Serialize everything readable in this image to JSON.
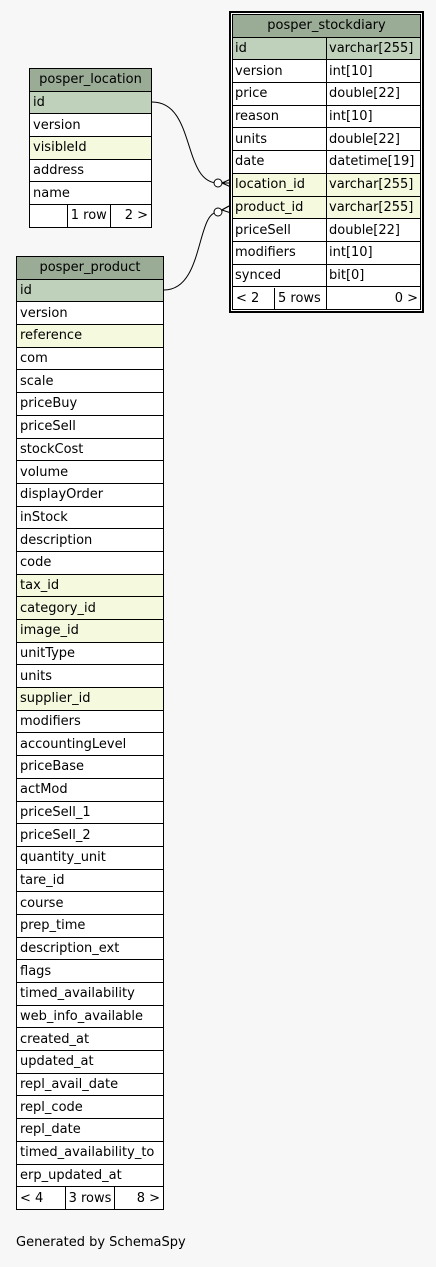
{
  "footer": "Generated by SchemaSpy",
  "location": {
    "name": "posper_location",
    "columns": [
      {
        "name": "id",
        "kind": "pk"
      },
      {
        "name": "version",
        "kind": ""
      },
      {
        "name": "visibleId",
        "kind": "fk"
      },
      {
        "name": "address",
        "kind": ""
      },
      {
        "name": "name",
        "kind": ""
      }
    ],
    "footer": {
      "left": "",
      "mid": "1 row",
      "right": "2 >"
    }
  },
  "product": {
    "name": "posper_product",
    "columns": [
      {
        "name": "id",
        "kind": "pk"
      },
      {
        "name": "version",
        "kind": ""
      },
      {
        "name": "reference",
        "kind": "fk"
      },
      {
        "name": "com",
        "kind": ""
      },
      {
        "name": "scale",
        "kind": ""
      },
      {
        "name": "priceBuy",
        "kind": ""
      },
      {
        "name": "priceSell",
        "kind": ""
      },
      {
        "name": "stockCost",
        "kind": ""
      },
      {
        "name": "volume",
        "kind": ""
      },
      {
        "name": "displayOrder",
        "kind": ""
      },
      {
        "name": "inStock",
        "kind": ""
      },
      {
        "name": "description",
        "kind": ""
      },
      {
        "name": "code",
        "kind": ""
      },
      {
        "name": "tax_id",
        "kind": "fk"
      },
      {
        "name": "category_id",
        "kind": "fk"
      },
      {
        "name": "image_id",
        "kind": "fk"
      },
      {
        "name": "unitType",
        "kind": ""
      },
      {
        "name": "units",
        "kind": ""
      },
      {
        "name": "supplier_id",
        "kind": "fk"
      },
      {
        "name": "modifiers",
        "kind": ""
      },
      {
        "name": "accountingLevel",
        "kind": ""
      },
      {
        "name": "priceBase",
        "kind": ""
      },
      {
        "name": "actMod",
        "kind": ""
      },
      {
        "name": "priceSell_1",
        "kind": ""
      },
      {
        "name": "priceSell_2",
        "kind": ""
      },
      {
        "name": "quantity_unit",
        "kind": ""
      },
      {
        "name": "tare_id",
        "kind": ""
      },
      {
        "name": "course",
        "kind": ""
      },
      {
        "name": "prep_time",
        "kind": ""
      },
      {
        "name": "description_ext",
        "kind": ""
      },
      {
        "name": "flags",
        "kind": ""
      },
      {
        "name": "timed_availability",
        "kind": ""
      },
      {
        "name": "web_info_available",
        "kind": ""
      },
      {
        "name": "created_at",
        "kind": ""
      },
      {
        "name": "updated_at",
        "kind": ""
      },
      {
        "name": "repl_avail_date",
        "kind": ""
      },
      {
        "name": "repl_code",
        "kind": ""
      },
      {
        "name": "repl_date",
        "kind": ""
      },
      {
        "name": "timed_availability_to",
        "kind": ""
      },
      {
        "name": "erp_updated_at",
        "kind": ""
      }
    ],
    "footer": {
      "left": "< 4",
      "mid": "3 rows",
      "right": "8 >"
    }
  },
  "stockdiary": {
    "name": "posper_stockdiary",
    "columns": [
      {
        "name": "id",
        "type": "varchar[255]",
        "kind": "pk"
      },
      {
        "name": "version",
        "type": "int[10]",
        "kind": ""
      },
      {
        "name": "price",
        "type": "double[22]",
        "kind": ""
      },
      {
        "name": "reason",
        "type": "int[10]",
        "kind": ""
      },
      {
        "name": "units",
        "type": "double[22]",
        "kind": ""
      },
      {
        "name": "date",
        "type": "datetime[19]",
        "kind": ""
      },
      {
        "name": "location_id",
        "type": "varchar[255]",
        "kind": "fk"
      },
      {
        "name": "product_id",
        "type": "varchar[255]",
        "kind": "fk"
      },
      {
        "name": "priceSell",
        "type": "double[22]",
        "kind": ""
      },
      {
        "name": "modifiers",
        "type": "int[10]",
        "kind": ""
      },
      {
        "name": "synced",
        "type": "bit[0]",
        "kind": ""
      }
    ],
    "footer": {
      "left": "< 2",
      "mid": "5 rows",
      "right": "0 >"
    }
  }
}
